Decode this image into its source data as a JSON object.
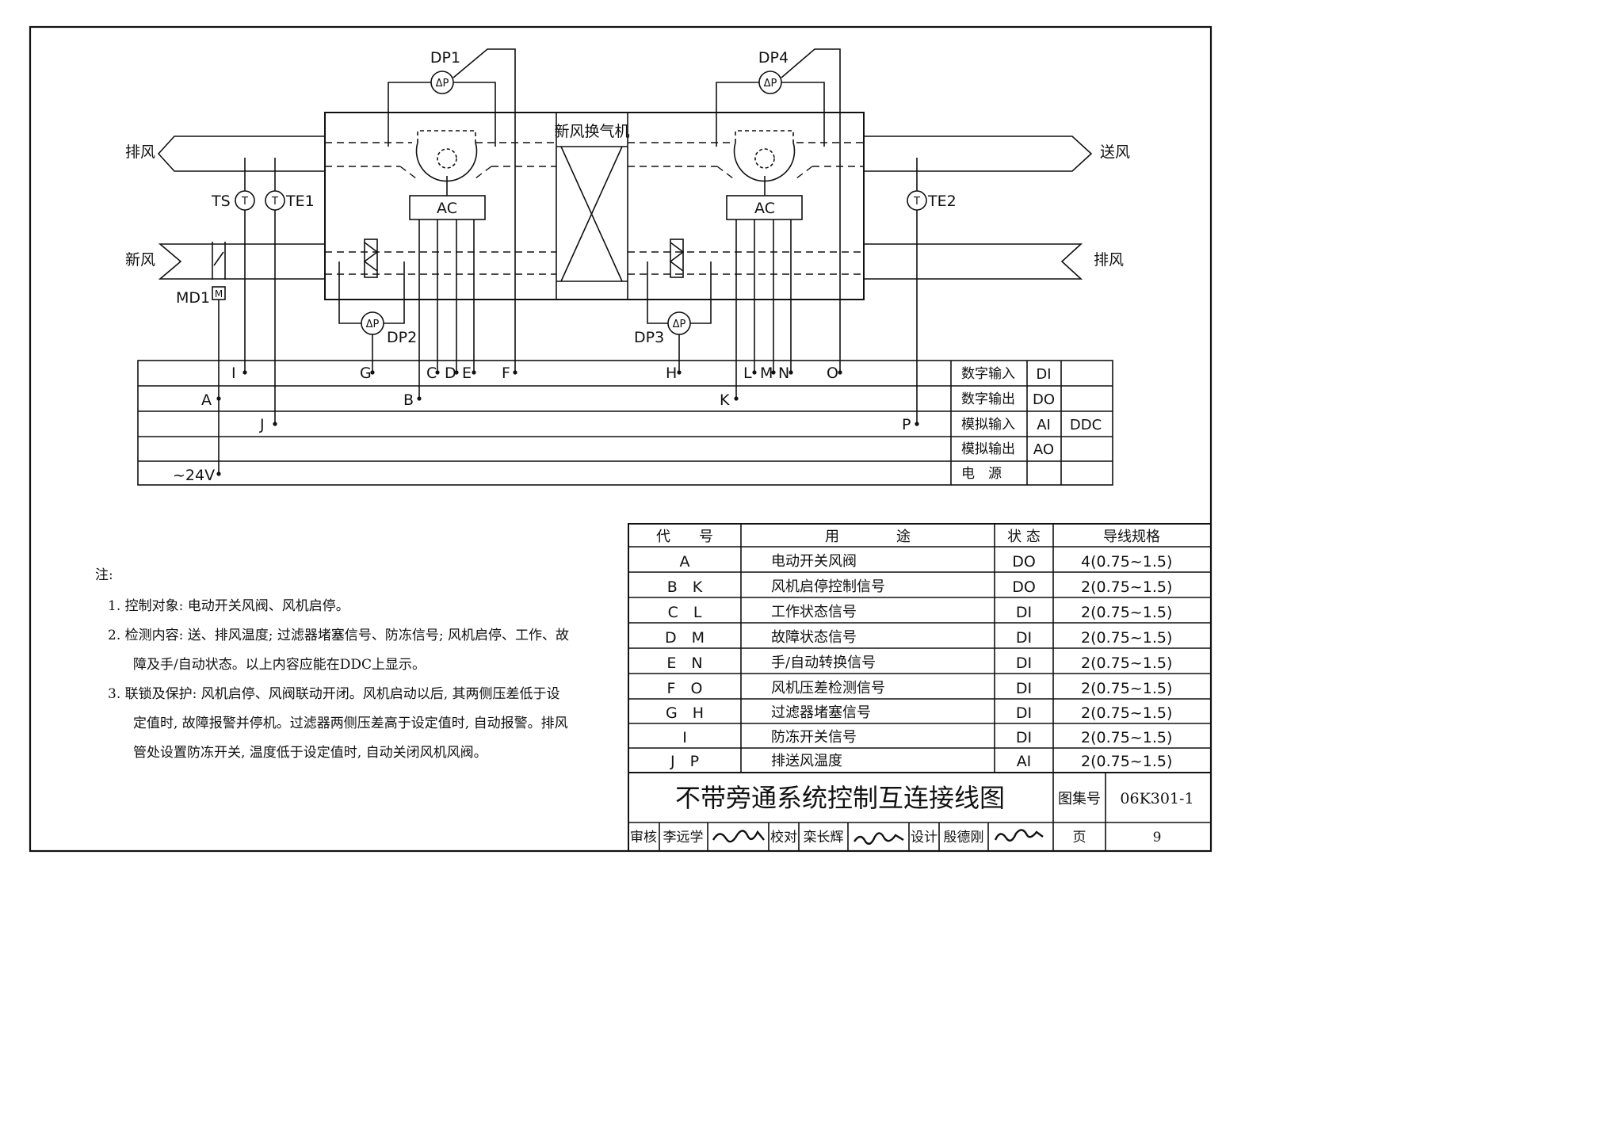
{
  "diagram": {
    "unit_title": "新风换气机",
    "left_top_label": "排风",
    "right_top_label": "送风",
    "left_bottom_label": "新风",
    "right_bottom_label": "排风",
    "dp1": "DP1",
    "dp2": "DP2",
    "dp3": "DP3",
    "dp4": "DP4",
    "dp_symbol": "ΔP",
    "t_symbol": "T",
    "ts": "TS",
    "te1": "TE1",
    "te2": "TE2",
    "md1": "MD1",
    "m_symbol": "M",
    "ac": "AC",
    "points": {
      "I": "I",
      "G": "G",
      "C": "C",
      "D": "D",
      "E": "E",
      "F": "F",
      "H": "H",
      "L": "L",
      "M": "M",
      "N": "N",
      "O": "O",
      "A": "A",
      "B": "B",
      "K": "K",
      "J": "J",
      "P": "P",
      "V24": "~24V"
    }
  },
  "ddc": {
    "label": "DDC",
    "rows": [
      {
        "name": "数字输入",
        "code": "DI"
      },
      {
        "name": "数字输出",
        "code": "DO"
      },
      {
        "name": "模拟输入",
        "code": "AI"
      },
      {
        "name": "模拟输出",
        "code": "AO"
      },
      {
        "name": "电　源",
        "code": ""
      }
    ]
  },
  "spec_table": {
    "headers": [
      "代　　号",
      "用　　　　途",
      "状 态",
      "导线规格"
    ],
    "rows": [
      {
        "code": "A",
        "purpose": "电动开关风阀",
        "state": "DO",
        "spec": "4(0.75~1.5)"
      },
      {
        "code": "B　K",
        "purpose": "风机启停控制信号",
        "state": "DO",
        "spec": "2(0.75~1.5)"
      },
      {
        "code": "C　L",
        "purpose": "工作状态信号",
        "state": "DI",
        "spec": "2(0.75~1.5)"
      },
      {
        "code": "D　M",
        "purpose": "故障状态信号",
        "state": "DI",
        "spec": "2(0.75~1.5)"
      },
      {
        "code": "E　N",
        "purpose": "手/自动转换信号",
        "state": "DI",
        "spec": "2(0.75~1.5)"
      },
      {
        "code": "F　O",
        "purpose": "风机压差检测信号",
        "state": "DI",
        "spec": "2(0.75~1.5)"
      },
      {
        "code": "G　H",
        "purpose": "过滤器堵塞信号",
        "state": "DI",
        "spec": "2(0.75~1.5)"
      },
      {
        "code": "I",
        "purpose": "防冻开关信号",
        "state": "DI",
        "spec": "2(0.75~1.5)"
      },
      {
        "code": "J　P",
        "purpose": "排送风温度",
        "state": "AI",
        "spec": "2(0.75~1.5)"
      }
    ]
  },
  "title_block": {
    "title": "不带旁通系统控制互连接线图",
    "atlas_label": "图集号",
    "atlas_no": "06K301-1",
    "review_label": "审核",
    "review_name": "李远学",
    "check_label": "校对",
    "check_name": "栾长辉",
    "design_label": "设计",
    "design_name": "殷德刚",
    "page_label": "页",
    "page_no": "9"
  },
  "notes": {
    "heading": "注:",
    "items": [
      "1. 控制对象: 电动开关风阀、风机启停。",
      "2. 检测内容: 送、排风温度; 过滤器堵塞信号、防冻信号; 风机启停、工作、故障及手/自动状态。以上内容应能在DDC上显示。",
      "3. 联锁及保护: 风机启停、风阀联动开闭。风机启动以后, 其两侧压差低于设定值时, 故障报警并停机。过滤器两侧压差高于设定值时, 自动报警。排风管处设置防冻开关, 温度低于设定值时, 自动关闭风机风阀。"
    ]
  }
}
